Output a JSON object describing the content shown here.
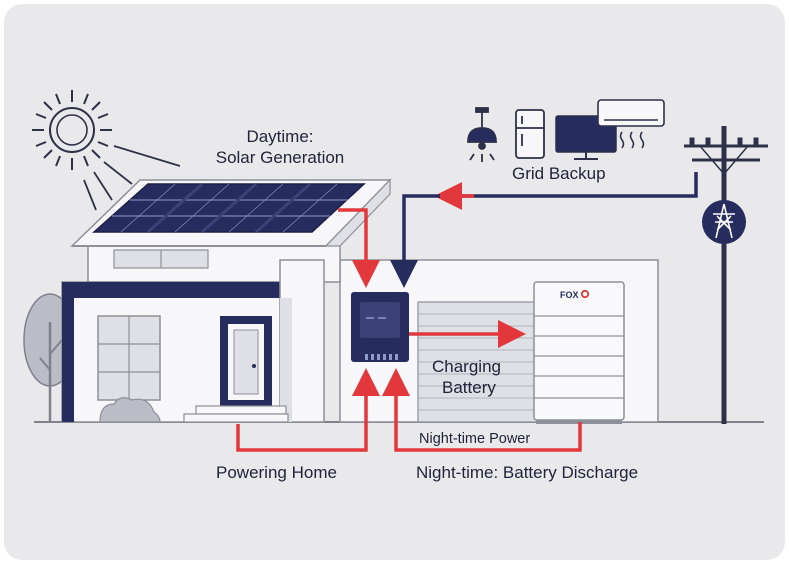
{
  "labels": {
    "daytime_line1": "Daytime:",
    "daytime_line2": "Solar Generation",
    "grid_backup": "Grid Backup",
    "charging_line1": "Charging",
    "charging_line2": "Battery",
    "night_time_power": "Night-time Power",
    "powering_home": "Powering Home",
    "night_discharge": "Night-time: Battery Discharge",
    "battery_brand": "FOX"
  },
  "colors": {
    "navy": "#262c5e",
    "red": "#e2383b",
    "wall": "#f7f7f9",
    "outline": "#8d8f99",
    "background": "#e9e9ec"
  },
  "icons": [
    "sun-icon",
    "solar-panel-icon",
    "ceiling-lamp-icon",
    "fridge-icon",
    "tv-icon",
    "air-conditioner-icon",
    "transmission-tower-icon"
  ]
}
